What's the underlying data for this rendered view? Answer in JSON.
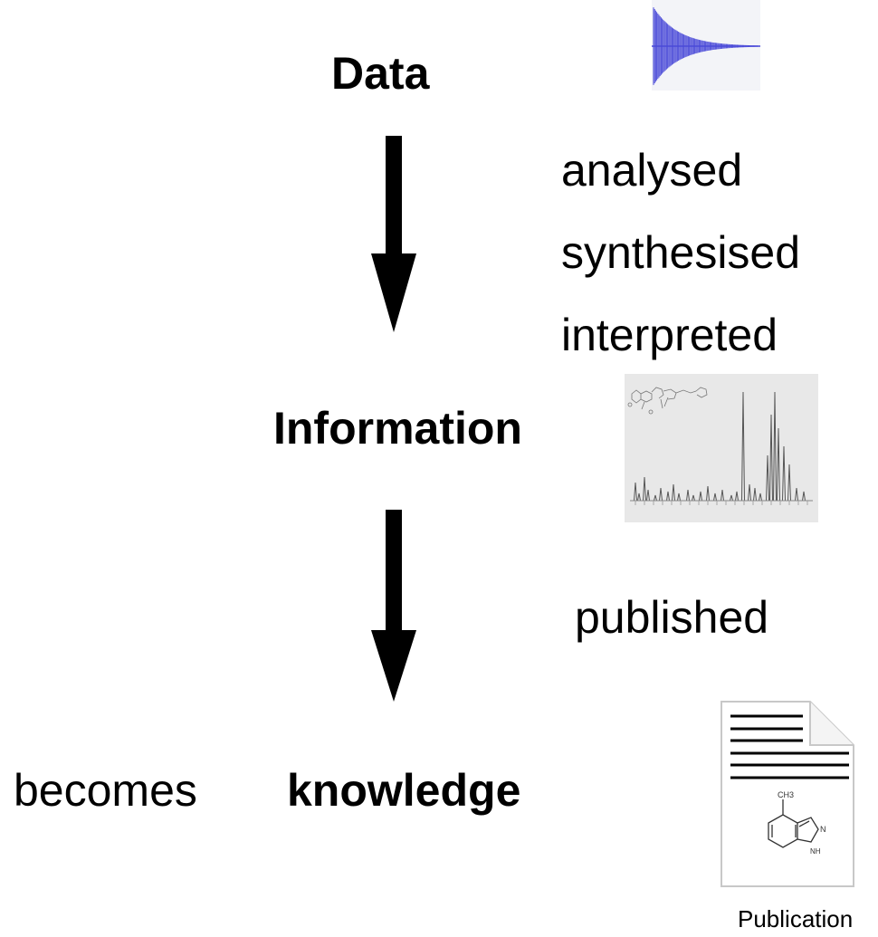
{
  "nodes": {
    "data": "Data",
    "information": "Information",
    "becomes": "becomes",
    "knowledge": "knowledge"
  },
  "processes": {
    "analysed": "analysed",
    "synthesised": "synthesised",
    "interpreted": "interpreted",
    "published": "published"
  },
  "images": {
    "fid_signal": "fid-waveform-image",
    "spectrum": "nmr-spectrum-image",
    "publication": "publication-document-icon"
  },
  "publication_caption": "Publication",
  "publication_molecule_labels": {
    "methyl": "CH3",
    "n": "N",
    "nh": "NH"
  },
  "colors": {
    "arrow": "#000000",
    "signal": "#4a4ad8",
    "signal_bg": "#eceef6",
    "spectrum_bg": "#e6e6e6"
  }
}
